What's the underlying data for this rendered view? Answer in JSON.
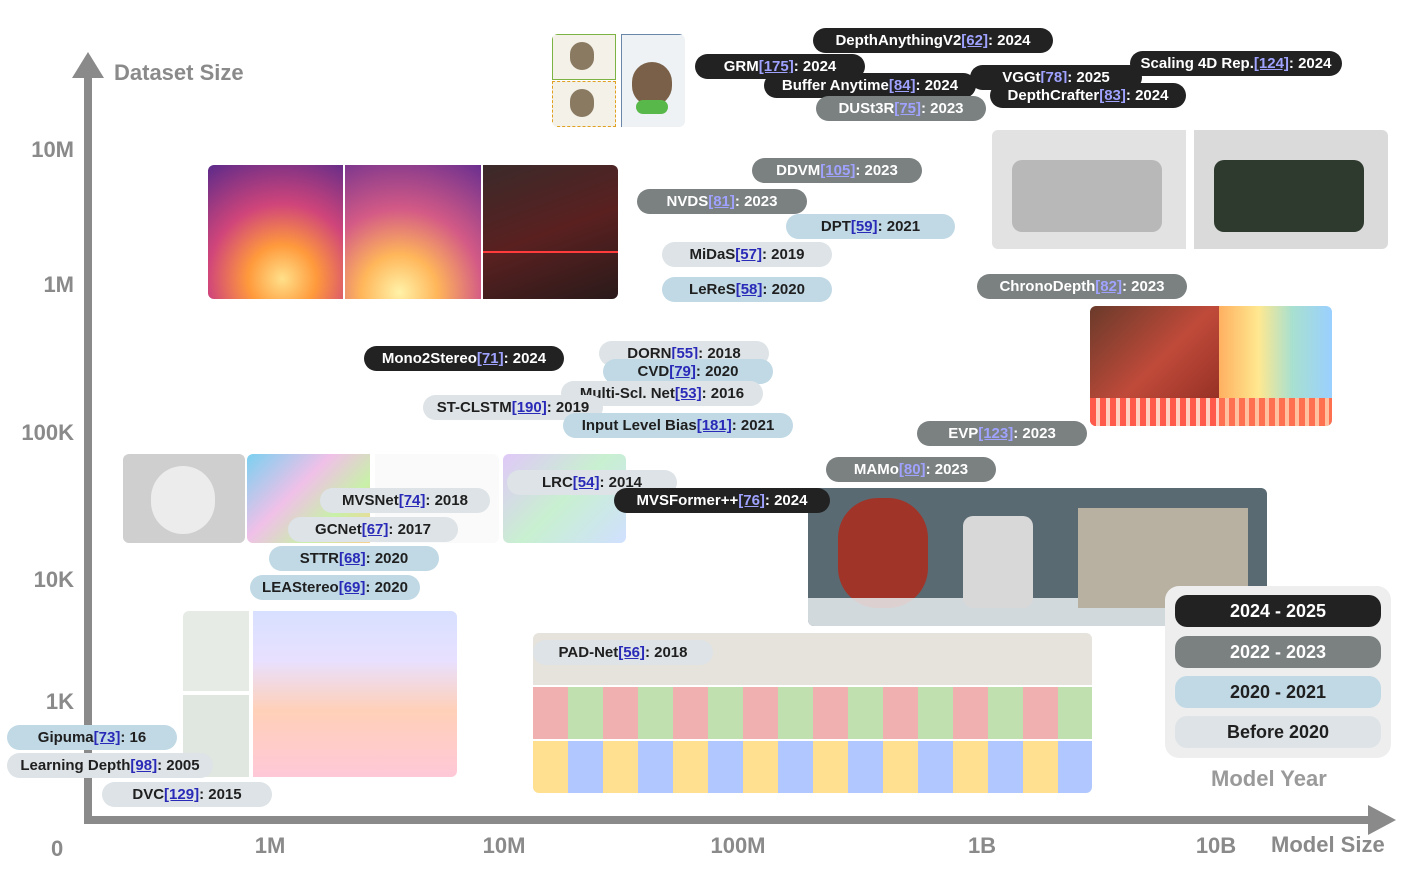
{
  "axes": {
    "y_title": "Dataset Size",
    "x_title": "Model Size",
    "origin": "0",
    "y_ticks": [
      "10M",
      "1M",
      "100K",
      "10K",
      "1K"
    ],
    "x_ticks": [
      "1M",
      "10M",
      "100M",
      "1B",
      "10B"
    ]
  },
  "legend": {
    "title": "Model Year",
    "items": [
      {
        "label": "2024 - 2025",
        "color": "#222222"
      },
      {
        "label": "2022 - 2023",
        "color": "#7b8080"
      },
      {
        "label": "2020 - 2021",
        "color": "#c0d9e5"
      },
      {
        "label": "Before 2020",
        "color": "#dde3e6"
      }
    ]
  },
  "methods": [
    {
      "name": "DepthAnythingV2",
      "ref": "[62]",
      "year": "2024",
      "group": "dark"
    },
    {
      "name": "GRM",
      "ref": "[175]",
      "year": "2024",
      "group": "dark"
    },
    {
      "name": "Buffer Anytime",
      "ref": "[84]",
      "year": "2024",
      "group": "dark"
    },
    {
      "name": "DUSt3R",
      "ref": "[75]",
      "year": "2023",
      "group": "grey"
    },
    {
      "name": "VGGt",
      "ref": "[78]",
      "year": "2025",
      "group": "dark"
    },
    {
      "name": "Scaling 4D Rep.",
      "ref": "[124]",
      "year": "2024",
      "group": "dark"
    },
    {
      "name": "DepthCrafter",
      "ref": "[83]",
      "year": "2024",
      "group": "dark"
    },
    {
      "name": "DDVM",
      "ref": "[105]",
      "year": "2023",
      "group": "grey"
    },
    {
      "name": "NVDS",
      "ref": "[81]",
      "year": "2023",
      "group": "grey"
    },
    {
      "name": "DPT",
      "ref": "[59]",
      "year": "2021",
      "group": "blue"
    },
    {
      "name": "MiDaS",
      "ref": "[57]",
      "year": "2019",
      "group": "light"
    },
    {
      "name": "LeReS",
      "ref": "[58]",
      "year": "2020",
      "group": "blue"
    },
    {
      "name": "ChronoDepth",
      "ref": "[82]",
      "year": "2023",
      "group": "grey"
    },
    {
      "name": "Mono2Stereo",
      "ref": "[71]",
      "year": "2024",
      "group": "dark"
    },
    {
      "name": "DORN",
      "ref": "[55]",
      "year": "2018",
      "group": "light"
    },
    {
      "name": "CVD",
      "ref": "[79]",
      "year": "2020",
      "group": "blue"
    },
    {
      "name": "Multi-Scl. Net",
      "ref": "[53]",
      "year": "2016",
      "group": "light"
    },
    {
      "name": "ST-CLSTM",
      "ref": "[190]",
      "year": "2019",
      "group": "light"
    },
    {
      "name": "Input Level Bias",
      "ref": "[181]",
      "year": "2021",
      "group": "blue"
    },
    {
      "name": "EVP",
      "ref": "[123]",
      "year": "2023",
      "group": "grey"
    },
    {
      "name": "MAMo",
      "ref": "[80]",
      "year": "2023",
      "group": "grey"
    },
    {
      "name": "LRC",
      "ref": "[54]",
      "year": "2014",
      "group": "light"
    },
    {
      "name": "MVSFormer++",
      "ref": "[76]",
      "year": "2024",
      "group": "dark"
    },
    {
      "name": "MVSNet",
      "ref": "[74]",
      "year": "2018",
      "group": "light"
    },
    {
      "name": "GCNet",
      "ref": "[67]",
      "year": "2017",
      "group": "light"
    },
    {
      "name": "STTR",
      "ref": "[68]",
      "year": "2020",
      "group": "blue"
    },
    {
      "name": "LEAStereo",
      "ref": "[69]",
      "year": "2020",
      "group": "blue"
    },
    {
      "name": "PAD-Net",
      "ref": "[56]",
      "year": "2018",
      "group": "light"
    },
    {
      "name": "Gipuma",
      "ref": "[73]",
      "year": "16",
      "group": "blue"
    },
    {
      "name": "Learning Depth",
      "ref": "[98]",
      "year": "2005",
      "group": "light"
    },
    {
      "name": "DVC",
      "ref": "[129]",
      "year": "2015",
      "group": "light"
    }
  ]
}
